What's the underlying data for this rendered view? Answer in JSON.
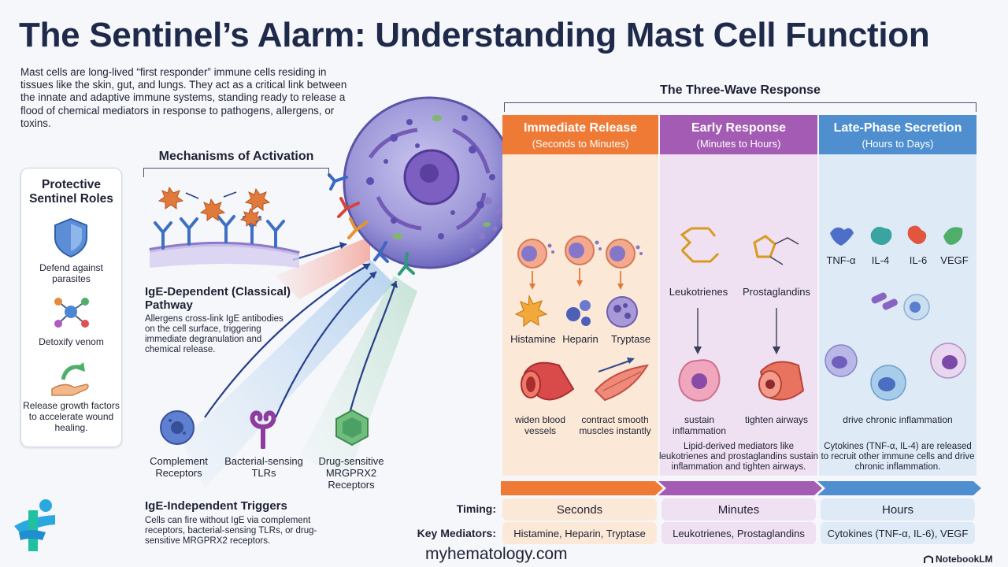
{
  "title": "The Sentinel’s Alarm: Understanding Mast Cell Function",
  "intro": "Mast cells are long-lived “first responder” immune cells residing in tissues like the skin, gut, and lungs. They act as a critical link between the innate and adaptive immune systems, standing ready to release a flood of chemical mediators in response to pathogens, allergens, or toxins.",
  "roles": {
    "title": "Protective Sentinel Roles",
    "items": [
      {
        "icon": "shield-icon",
        "label": "Defend against parasites"
      },
      {
        "icon": "molecule-icon",
        "label": "Detoxify venom"
      },
      {
        "icon": "hand-growth-icon",
        "label": "Release growth factors to accelerate wound healing."
      }
    ]
  },
  "activation": {
    "title": "Mechanisms of Activation",
    "ige_dependent": {
      "title": "IgE-Dependent (Classical) Pathway",
      "desc": "Allergens cross-link IgE antibodies on the cell surface, triggering immediate degranulation and chemical release."
    },
    "receptors": [
      {
        "icon": "complement-receptor-icon",
        "label": "Complement Receptors"
      },
      {
        "icon": "tlr-icon",
        "label": "Bacterial-sensing TLRs"
      },
      {
        "icon": "mrgprx2-icon",
        "label": "Drug-sensitive MRGPRX2 Receptors"
      }
    ],
    "ige_independent": {
      "title": "IgE-Independent Triggers",
      "desc": "Cells can fire without IgE via complement receptors, bacterial-sensing TLRs, or drug-sensitive MRGPRX2 receptors."
    }
  },
  "three_wave": {
    "title": "The Three-Wave Response",
    "waves": [
      {
        "title": "Immediate Release",
        "subtitle": "(Seconds to Minutes)",
        "color": "#ee7a35",
        "mediators": [
          "Histamine",
          "Heparin",
          "Tryptase"
        ],
        "effects": [
          "widen blood vessels",
          "contract smooth muscles instantly"
        ],
        "timing": "Seconds",
        "key_mediators": "Histamine, Heparin, Tryptase"
      },
      {
        "title": "Early Response",
        "subtitle": "(Minutes to Hours)",
        "color": "#a45bb3",
        "mediators": [
          "Leukotrienes",
          "Prostaglandins"
        ],
        "effects": [
          "sustain inflammation",
          "tighten airways"
        ],
        "caption": "Lipid-derived mediators like leukotrienes and prostaglandins sustain inflammation and tighten airways.",
        "timing": "Minutes",
        "key_mediators": "Leukotrienes, Prostaglandins"
      },
      {
        "title": "Late-Phase Secretion",
        "subtitle": "(Hours to Days)",
        "color": "#4f8fd0",
        "mediators": [
          "TNF-α",
          "IL-4",
          "IL-6",
          "VEGF"
        ],
        "effects": [
          "drive chronic inflammation"
        ],
        "caption": "Cytokines (TNF-α, IL-4) are released to recruit other immune cells and drive chronic inflammation.",
        "timing": "Hours",
        "key_mediators": "Cytokines (TNF-α, IL-6), VEGF"
      }
    ],
    "timing_label": "Timing:",
    "key_mediators_label": "Key Mediators:"
  },
  "footer": {
    "website": "myhematology.com",
    "brand": "NotebookLM"
  }
}
